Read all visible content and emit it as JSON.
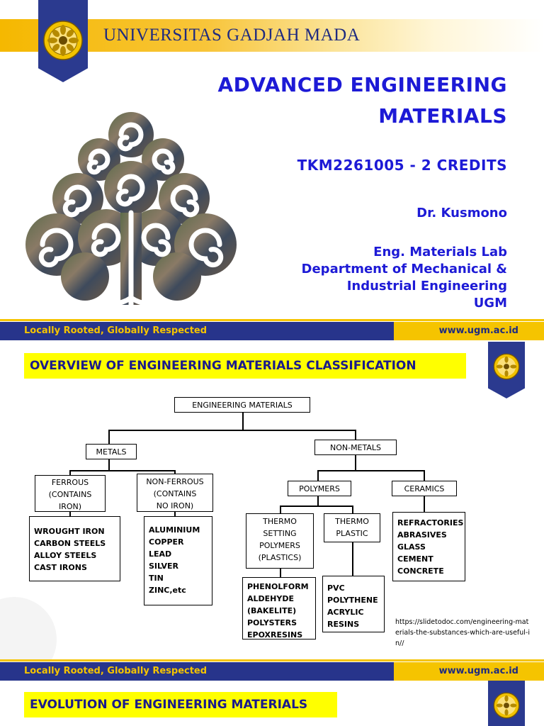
{
  "slide1": {
    "university": "UNIVERSITAS GADJAH MADA",
    "title": "ADVANCED ENGINEERING MATERIALS",
    "course_code": "TKM2261005 - 2  CREDITS",
    "author": "Dr. Kusmono",
    "affiliation": [
      "Eng. Materials Lab",
      "Department of Mechanical &",
      "Industrial Engineering",
      "UGM"
    ]
  },
  "footer": {
    "tagline": "Locally Rooted, Globally Respected",
    "website": "www.ugm.ac.id"
  },
  "slide2": {
    "title": "OVERVIEW OF ENGINEERING MATERIALS CLASSIFICATION",
    "root": "ENGINEERING MATERIALS",
    "metals": "METALS",
    "non_metals": "NON-METALS",
    "ferrous": "FERROUS\n(CONTAINS\nIRON)",
    "non_ferrous": "NON-FERROUS\n(CONTAINS\nNO IRON)",
    "polymers": "POLYMERS",
    "ceramics": "CERAMICS",
    "thermosetting": "THERMO\nSETTING\nPOLYMERS\n(PLASTICS)",
    "thermoplastic": "THERMO\nPLASTIC",
    "ferrous_list": "WROUGHT IRON\nCARBON STEELS\nALLOY STEELS\nCAST IRONS",
    "non_ferrous_list": "ALUMINIUM\nCOPPER\nLEAD\nSILVER\nTIN\nZINC,etc",
    "thermosetting_list": "PHENOLFORM\nALDEHYDE\n(BAKELITE)\nPOLYSTERS\nEPOXRESINS",
    "thermoplastic_list": "PVC\nPOLYTHENE\nACRYLIC\nRESINS",
    "ceramics_list": "REFRACTORIES\nABRASIVES\nGLASS\nCEMENT\nCONCRETE",
    "source": "https://slidetodoc.com/engineering-materials-the-substances-which-are-useful-in//"
  },
  "slide3": {
    "title": "EVOLUTION OF ENGINEERING MATERIALS"
  },
  "colors": {
    "navy": "#27348b",
    "gold": "#f5c400",
    "title_blue": "#1d1ad6",
    "highlight": "#ffff00"
  }
}
